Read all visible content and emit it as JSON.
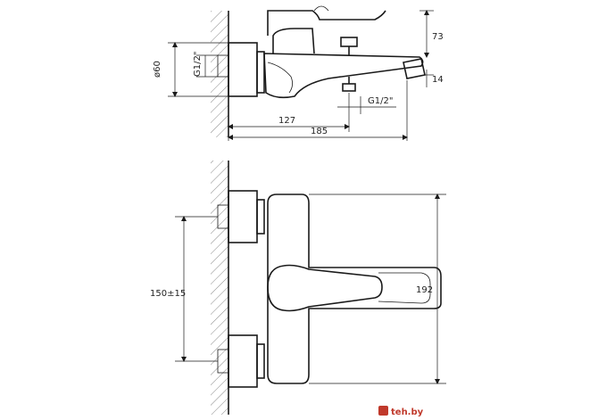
{
  "labels": {
    "height_top": "73",
    "diameter": "ø60",
    "thread_inlet": "G1/2\"",
    "spout_height": "14",
    "thread_outlet": "G1/2\"",
    "length_127": "127",
    "length_185": "185",
    "center_distance": "150±15",
    "height_192": "192"
  },
  "watermark": {
    "prefix": "",
    "site": "teh.by"
  },
  "colors": {
    "line": "#1a1a1a",
    "watermark_bg": "#c0392b",
    "watermark_text": "#ffffff"
  }
}
